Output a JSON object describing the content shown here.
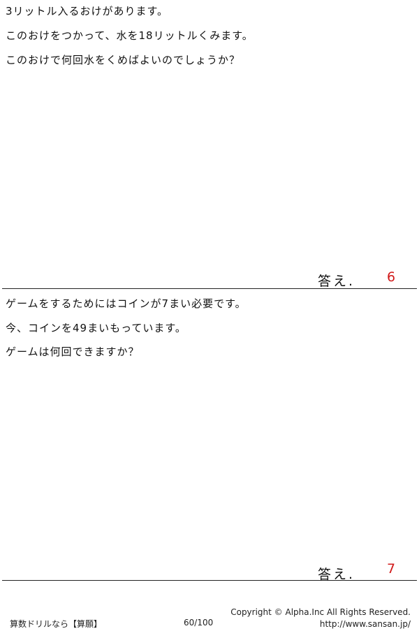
{
  "problems": [
    {
      "lines": [
        "3リットル入るおけがあります。",
        "このおけをつかって、水を18リットルくみます。",
        "このおけで何回水をくめばよいのでしょうか？"
      ],
      "answer_label": "答え.",
      "answer": "6"
    },
    {
      "lines": [
        "ゲームをするためにはコインが7まい必要です。",
        "今、コインを49まいもっています。",
        "ゲームは何回できますか？"
      ],
      "answer_label": "答え.",
      "answer": "7"
    }
  ],
  "footer": {
    "brand": "算数ドリルなら【算願】",
    "page": "60/100",
    "copyright": "Copyright ©  Alpha.Inc All Rights Reserved.",
    "url": "http://www.sansan.jp/"
  },
  "colors": {
    "answer": "#d11a1a",
    "text": "#111111"
  }
}
